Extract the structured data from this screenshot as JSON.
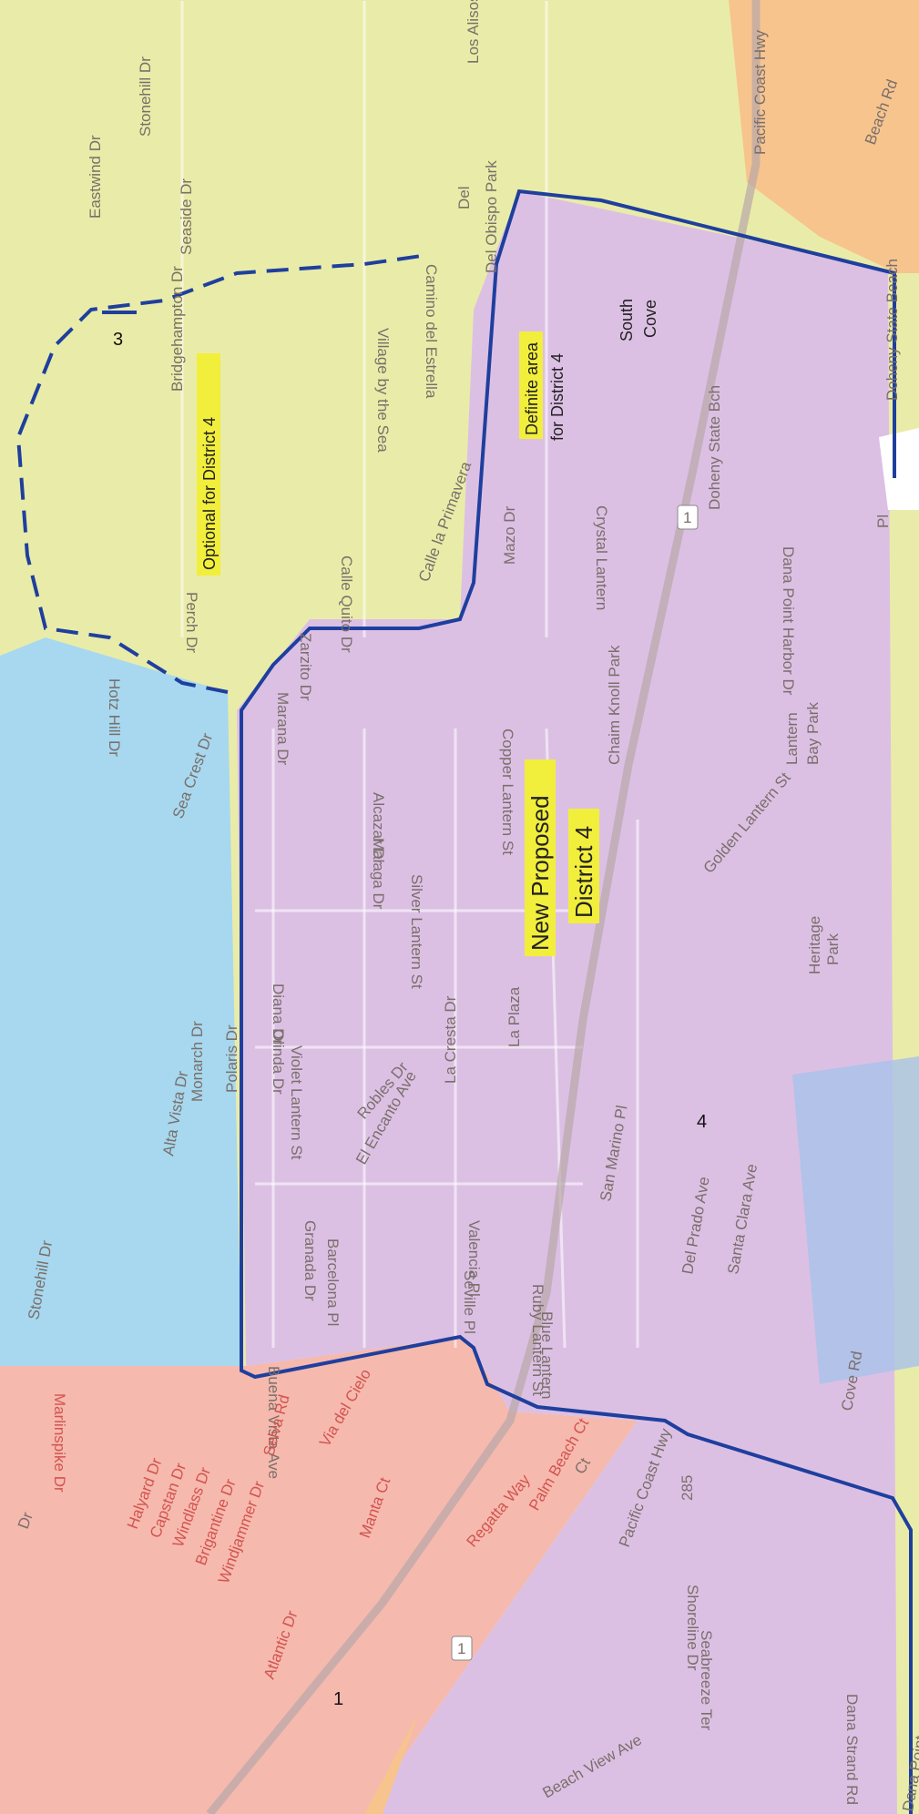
{
  "map": {
    "colors": {
      "district1": "#f6b9ae",
      "district2": "#a7d8ef",
      "district3": "#e9eca8",
      "district4": "#dcc0e4",
      "other": "#f7c48e",
      "boundary": "#1f3f9e",
      "highlight": "#f2ee3c",
      "water": "#a9c2ea"
    },
    "district_numbers": {
      "d1": "1",
      "d3": "3",
      "d4": "4"
    },
    "annotations": {
      "optional": "Optional for District 4",
      "definite_line1": "Definite area",
      "definite_line2": "for District 4",
      "south_cove_1": "South",
      "south_cove_2": "Cove",
      "new_proposed_1": "New Proposed",
      "new_proposed_2": "District 4"
    },
    "streets": {
      "stonehill_top": "Stonehill Dr",
      "los_alisos": "Los Alisos",
      "eastwind": "Eastwind Dr",
      "seaside": "Seaside Dr",
      "pacific_coast_top": "Pacific Coast Hwy",
      "beach_rd": "Beach Rd",
      "doheny_beach": "Doheny State Beach",
      "del_obispo_park": "Del Obispo Park",
      "camino_del_estrella": "Camino del Estrella",
      "bridgehampton": "Bridgehampton Dr",
      "village_by_the_sea": "Village by the Sea",
      "calle_la_primavera": "Calle la Primavera",
      "mazo": "Mazo Dr",
      "crystal_lantern": "Crystal Lantern",
      "doheny_state_bch": "Doheny State Bch",
      "dana_point_harbor": "Dana Point Harbor Dr",
      "perch": "Perch Dr",
      "calle_quito": "Calle Quito Dr",
      "zarzito": "Zarzito Dr",
      "marana": "Marana Dr",
      "copper_lantern": "Copper Lantern St",
      "alcazar": "Alcazar Dr",
      "malaga": "Malaga Dr",
      "silver_lantern": "Silver Lantern St",
      "golden_lantern": "Golden Lantern St",
      "lantern_bay_park_1": "Lantern",
      "lantern_bay_park_2": "Bay Park",
      "heritage_park_1": "Heritage",
      "heritage_park_2": "Park",
      "chaim_knoll_park": "Chaim Knoll Park",
      "hotz_hill": "Hotz Hill Dr",
      "sea_crest": "Sea Crest Dr",
      "alta_vista": "Alta Vista Dr",
      "monarch": "Monarch Dr",
      "polaris": "Polaris Dr",
      "stonehill_bottom": "Stonehill Dr",
      "diana": "Diana Dr",
      "olinda": "Olinda Dr",
      "violet_lantern": "Violet Lantern St",
      "la_cresta": "La Cresta Dr",
      "la_plaza": "La Plaza",
      "robles": "Robles Dr",
      "el_encanto": "El Encanto Ave",
      "san_marino": "San Marino Pl",
      "del_prado": "Del Prado Ave",
      "santa_clara": "Santa Clara Ave",
      "granada": "Granada Dr",
      "barcelona": "Barcelona Pl",
      "seville": "Seville Pl",
      "valencia": "Valencia Pl",
      "ruby_lantern": "Ruby Lantern St",
      "blue_lantern": "Blue Lantern",
      "buena_vista": "Buena Vista Ave",
      "pacific_coast_bottom": "Pacific Coast Hwy",
      "cove_rd": "Cove Rd",
      "shoreline": "Shoreline Dr",
      "route_285": "285",
      "seabreeze": "Seabreeze Ter",
      "dana_strand": "Dana Strand Rd",
      "beach_view": "Beach View Ave",
      "dana_point": "Dana Point",
      "marlinspike": "Marlinspike Dr",
      "selva": "Selva Rd",
      "via_del_cielo": "Via del Cielo",
      "halyard": "Halyard Dr",
      "capstan": "Capstan Dr",
      "windlass": "Windlass Dr",
      "brigantine": "Brigantine Dr",
      "windjammer": "Windjammer Dr",
      "manta": "Manta Ct",
      "regatta": "Regatta Way",
      "palm_beach": "Palm Beach Ct",
      "atlantic": "Atlantic Dr",
      "dr_edge": "Dr",
      "del_edge": "Del",
      "ct_edge": "Ct",
      "pl_edge": "Pl",
      "route_1_a": "1",
      "route_1_b": "1"
    }
  }
}
